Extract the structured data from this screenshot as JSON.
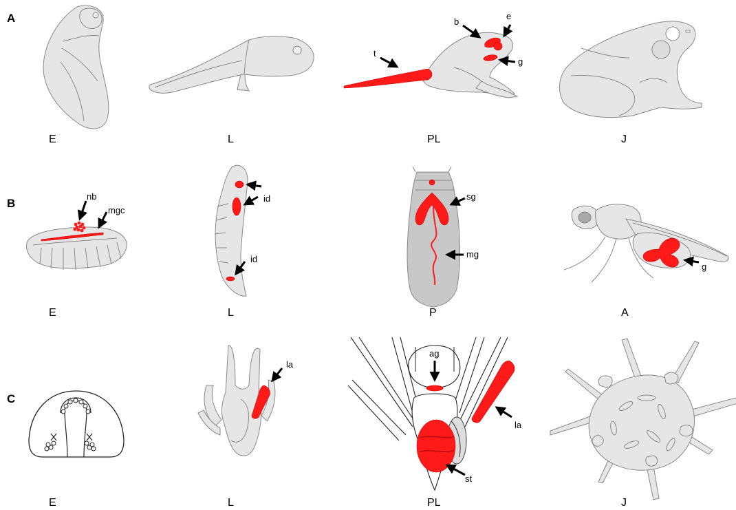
{
  "rows": {
    "a": {
      "label": "A",
      "stages": [
        "E",
        "L",
        "PL",
        "J"
      ],
      "annotations": {
        "b": "b",
        "e": "e",
        "t": "t",
        "g": "g"
      }
    },
    "b": {
      "label": "B",
      "stages": [
        "E",
        "L",
        "P",
        "A"
      ],
      "annotations": {
        "nb": "nb",
        "mgc": "mgc",
        "id1": "id",
        "id2": "id",
        "sg": "sg",
        "mg": "mg",
        "g": "g"
      }
    },
    "c": {
      "label": "C",
      "stages": [
        "E",
        "L",
        "PL",
        "J"
      ],
      "annotations": {
        "la1": "la",
        "ag": "ag",
        "la2": "la",
        "st": "st"
      }
    }
  },
  "colors": {
    "highlight": "#ff1a1a",
    "body": "#e6e6e6",
    "outline": "#888888"
  }
}
